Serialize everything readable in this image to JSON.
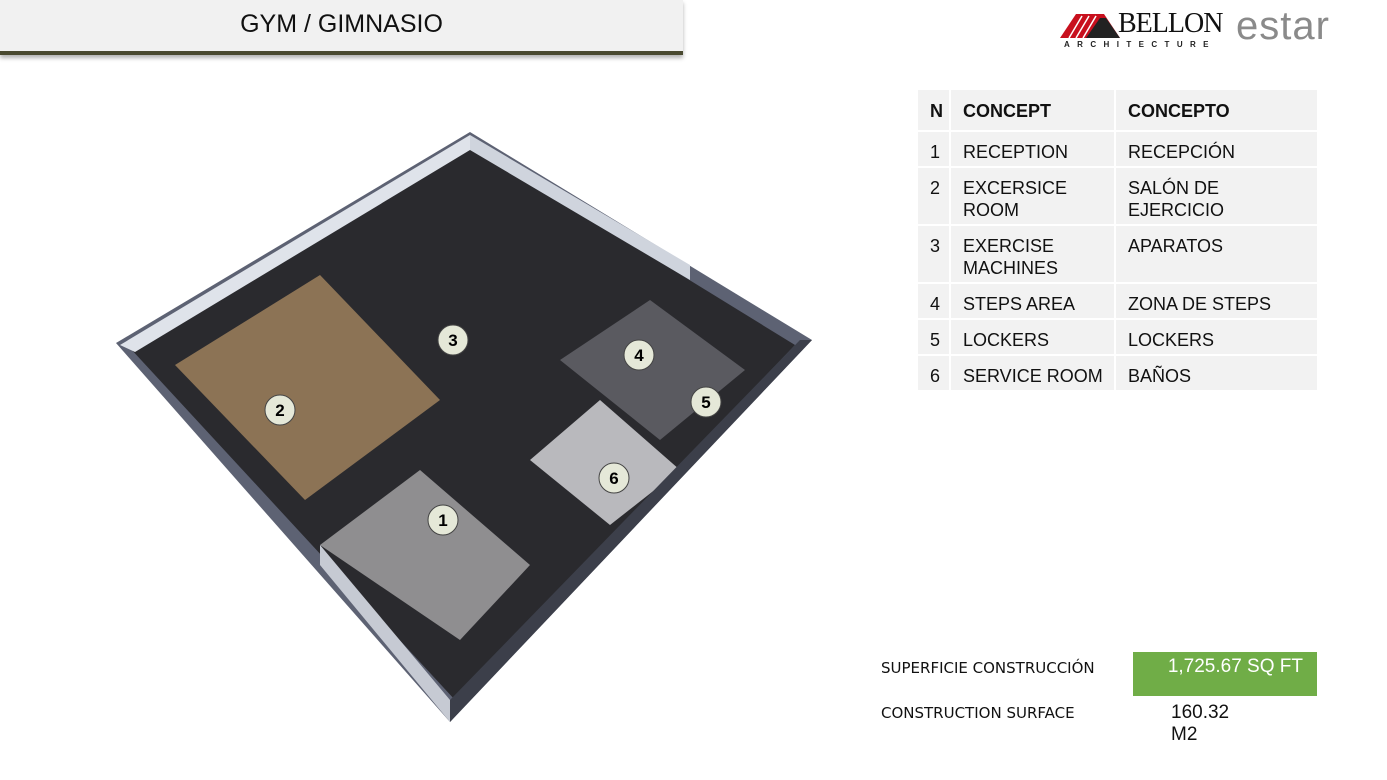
{
  "header": {
    "title": "GYM / GIMNASIO"
  },
  "logo": {
    "brand": "BELLON",
    "sub": "ARCHITECTURE",
    "partner": "estar"
  },
  "table": {
    "headers": [
      "N",
      "CONCEPT",
      "CONCEPTO"
    ],
    "rows": [
      {
        "n": "1",
        "concept": "RECEPTION",
        "concepto": "RECEPCIÓN"
      },
      {
        "n": "2",
        "concept": "EXCERSICE ROOM",
        "concepto": "SALÓN DE EJERCICIO"
      },
      {
        "n": "3",
        "concept": "EXERCISE MACHINES",
        "concepto": "APARATOS"
      },
      {
        "n": "4",
        "concept": "STEPS AREA",
        "concepto": "ZONA DE STEPS"
      },
      {
        "n": "5",
        "concept": "LOCKERS",
        "concepto": "LOCKERS"
      },
      {
        "n": "6",
        "concept": "SERVICE ROOM",
        "concepto": "BAÑOS"
      }
    ]
  },
  "markers": [
    "1",
    "2",
    "3",
    "4",
    "5",
    "6"
  ],
  "area": {
    "label_es": "SUPERFICIE CONSTRUCCIÓN",
    "label_en": "CONSTRUCTION SURFACE",
    "sqft": "1,725.67 SQ FT",
    "m2": "160.32 M2",
    "highlight_color": "#70ad47"
  }
}
